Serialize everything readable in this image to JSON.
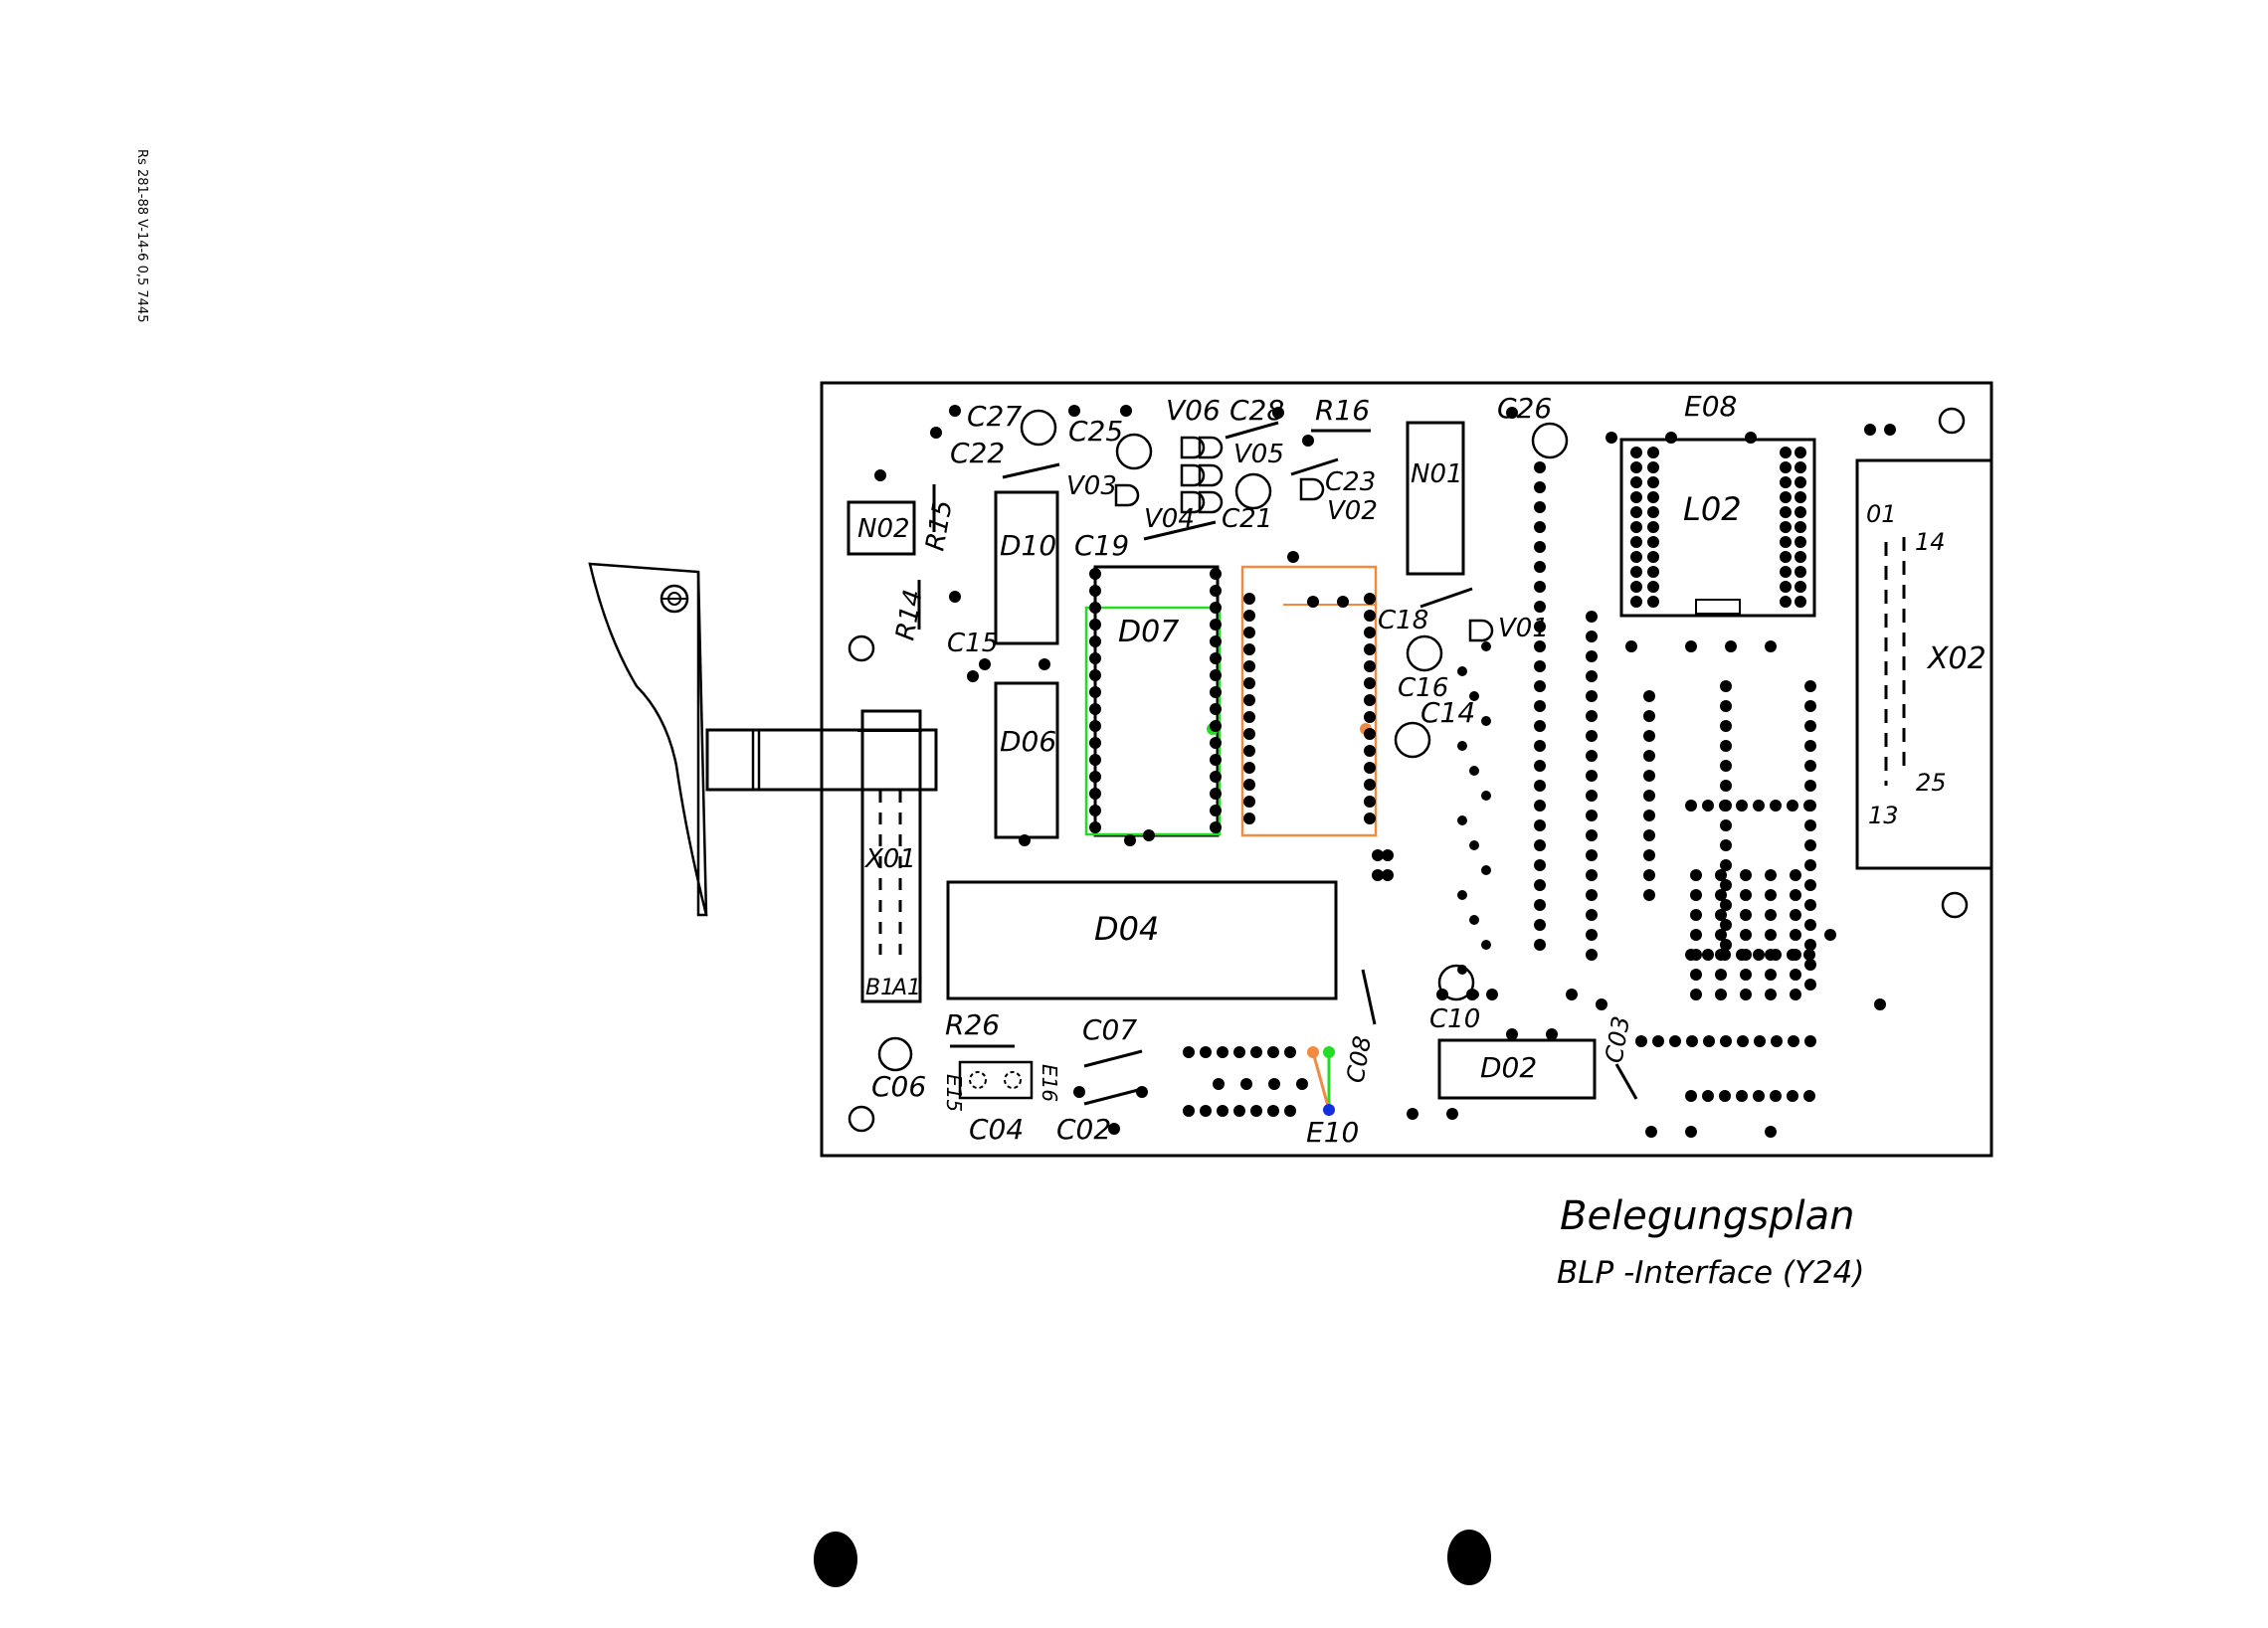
{
  "document": {
    "side_code": "Rs 281-88 V-14-6 0,5 7445",
    "title": "Belegungsplan",
    "subtitle": "BLP -Interface (Y24)"
  },
  "labels": {
    "n02": "N02",
    "r15": "R15",
    "r14": "R14",
    "c15": "C15",
    "c27": "C27",
    "c22": "C22",
    "c25": "C25",
    "v06": "V06",
    "c28": "C28",
    "r16": "R16",
    "v03": "V03",
    "v05": "V05",
    "c23": "C23",
    "v02": "V02",
    "v04": "V04",
    "c21": "C21",
    "n01": "N01",
    "c26": "C26",
    "e08": "E08",
    "l02": "L02",
    "d10": "D10",
    "c19": "C19",
    "d07": "D07",
    "c18": "C18",
    "v01": "V01",
    "c16": "C16",
    "c14": "C14",
    "d06": "D06",
    "x01": "X01",
    "b1": "B1",
    "a1": "A1",
    "d04": "D04",
    "pin01": "01",
    "pin14": "14",
    "x02": "X02",
    "pin13": "13",
    "pin25": "25",
    "c10": "C10",
    "c03": "C03",
    "d02": "D02",
    "c08": "C08",
    "e10": "E10",
    "r26": "R26",
    "c07": "C07",
    "c06": "C06",
    "e15": "E15",
    "e16": "E16",
    "c04": "C04",
    "c02": "C02"
  },
  "colors": {
    "ink": "#000000",
    "highlight_green": "#22dd22",
    "highlight_orange": "#f28a40",
    "highlight_blue": "#1030e0"
  }
}
